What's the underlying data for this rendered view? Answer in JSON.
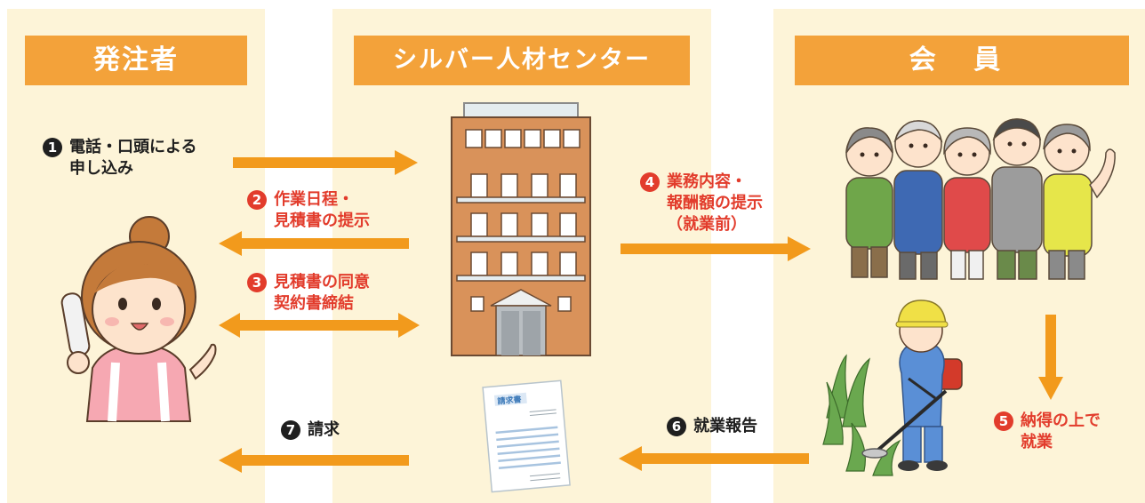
{
  "headers": {
    "orderer": "発注者",
    "center": "シルバー人材センター",
    "member": "会 員"
  },
  "steps": [
    {
      "num": "1",
      "lines": [
        "電話・口頭による",
        "申し込み"
      ]
    },
    {
      "num": "2",
      "lines": [
        "作業日程・",
        "見積書の提示"
      ]
    },
    {
      "num": "3",
      "lines": [
        "見積書の同意",
        "契約書締結"
      ]
    },
    {
      "num": "4",
      "lines": [
        "業務内容・",
        "報酬額の提示",
        "（就業前）"
      ]
    },
    {
      "num": "5",
      "lines": [
        "納得の上で",
        "就業"
      ]
    },
    {
      "num": "6",
      "lines": [
        "就業報告"
      ]
    },
    {
      "num": "7",
      "lines": [
        "請求"
      ]
    }
  ],
  "invoice": {
    "title": "請求書"
  },
  "colors": {
    "header": "#f3a23a",
    "arrow": "#f29a1c",
    "panel": "#fdf4d8",
    "accent_red": "#e23c2c",
    "building": "#d9925a"
  }
}
